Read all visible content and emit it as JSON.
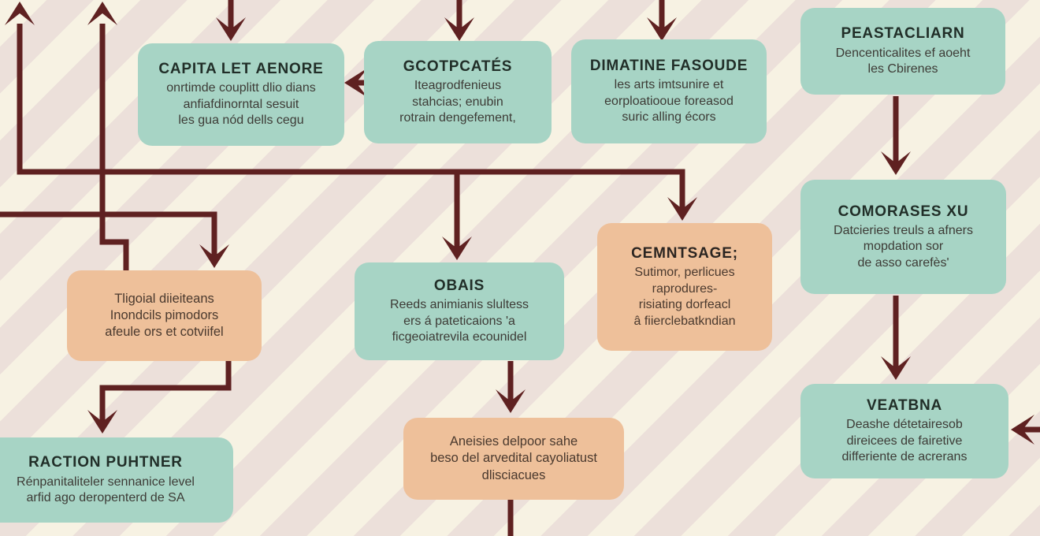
{
  "colors": {
    "background_cream": "#f7f2e3",
    "background_pink": "#ece0da",
    "teal_box": "#a7d4c5",
    "orange_box": "#eec09a",
    "arrow": "#5f2121",
    "title_text": "#212e28",
    "body_text": "#3d3b36"
  },
  "boxes": {
    "capita": {
      "title": "CAPITA LET AENORE",
      "lines": [
        "onrtimde couplitt dlio dians",
        "anfiafdinorntal sesuit",
        "les gua nód dells cegu"
      ]
    },
    "gcotpcates": {
      "title": "GCOTPCATÉS",
      "lines": [
        "Iteagrodfenieus",
        "stahcias; enubin",
        "rotrain dengefement,"
      ]
    },
    "dimatine": {
      "title": "DIMATINE FASOUDE",
      "lines": [
        "les arts imtsunire et",
        "eorploatiooue foreasod",
        "suric alling écors"
      ]
    },
    "peastacliarn": {
      "title": "PEASTACLIARN",
      "lines": [
        "Dencenticalites ef aoeht",
        "les Cbirenes"
      ]
    },
    "tligoial": {
      "lines": [
        "Tligoial diieiteans",
        "Inondcils pimodors",
        "afeule ors et cotviifel"
      ]
    },
    "obais": {
      "title": "OBAIS",
      "lines": [
        "Reeds animianis slultess",
        "ers á pateticaions 'a",
        "ficgeoiatrevila ecounidel"
      ]
    },
    "cemntsage": {
      "title": "CEMNTSAGE;",
      "lines": [
        "Sutimor, perlicues",
        "raprodures-",
        "risiating dorfeacl",
        "â fiierclebatkndian"
      ]
    },
    "comorases": {
      "title": "COMORASES XU",
      "lines": [
        "Datcieries treuls a afners",
        "mopdation sor",
        "de asso carefès'"
      ]
    },
    "raction": {
      "title": "RACTION PUHTNER",
      "lines": [
        "Rénpanitaliteler sennanice level",
        "arfid ago deropenterd de SA"
      ]
    },
    "aneisies": {
      "lines": [
        "Aneisies delpoor sahe",
        "beso del arvedital cayoliatust",
        "dlisciacues"
      ]
    },
    "veatbna": {
      "title": "VEATBNA",
      "lines": [
        "Deashe détetairesob",
        "direicees de fairetive",
        "differiente de acrerans"
      ]
    }
  }
}
